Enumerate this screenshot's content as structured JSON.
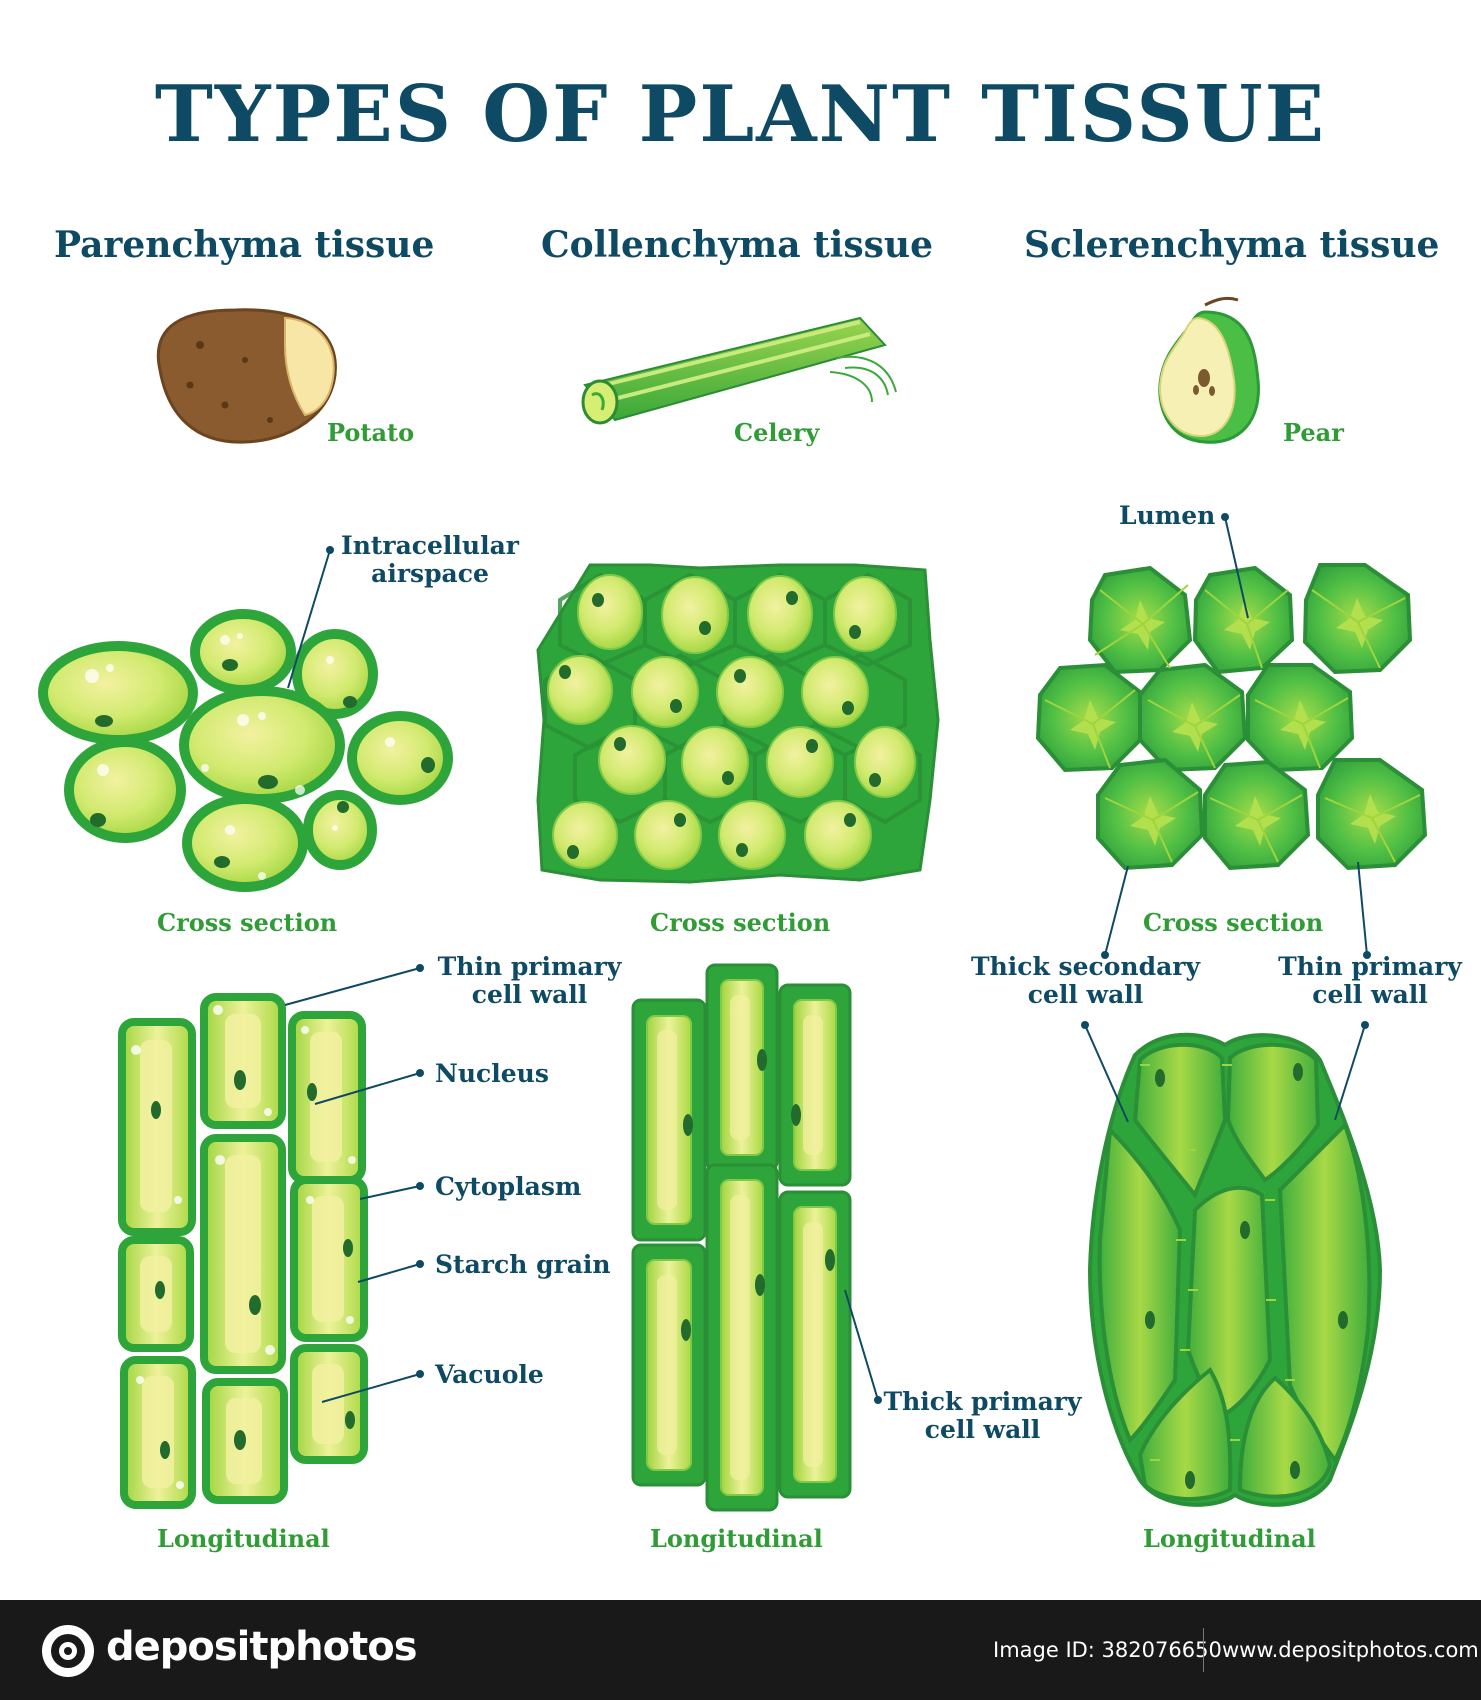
{
  "title": "TYPES OF PLANT TISSUE",
  "columns": [
    {
      "heading": "Parenchyma tissue",
      "fruit": "Potato",
      "cross_label": "Cross section",
      "long_label": "Longitudinal",
      "callouts": [
        "Intracellular airspace",
        "Thin primary cell wall",
        "Nucleus",
        "Cytoplasm",
        "Starch grain",
        "Vacuole"
      ]
    },
    {
      "heading": "Collenchyma tissue",
      "fruit": "Celery",
      "cross_label": "Cross section",
      "long_label": "Longitudinal",
      "callouts": [
        "Thick primary cell wall"
      ]
    },
    {
      "heading": "Sclerenchyma tissue",
      "fruit": "Pear",
      "cross_label": "Cross section",
      "long_label": "Longitudinal",
      "callouts": [
        "Lumen",
        "Thick secondary cell wall",
        "Thin primary cell wall"
      ]
    }
  ],
  "colors": {
    "title": "#0e4a63",
    "caption": "#2f9c36",
    "cell_wall": "#2ea53b",
    "cytoplasm": "#b5e24c",
    "vacuole": "#f3f1a0",
    "nucleus": "#226b2c",
    "footer_bg": "#191919"
  },
  "footer": {
    "brand": "depositphotos",
    "image_id": "Image ID: 382076650",
    "site": "www.depositphotos.com"
  },
  "icons": [
    "potato-icon",
    "celery-icon",
    "pear-icon",
    "depositphotos-logo-icon"
  ]
}
